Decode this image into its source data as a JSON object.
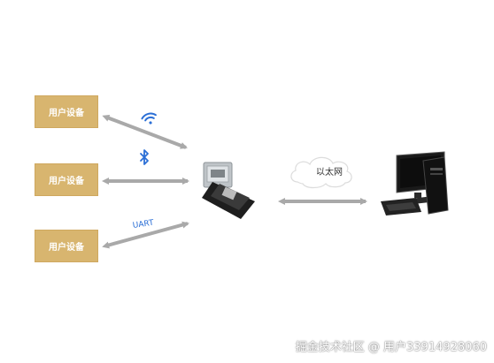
{
  "devices": [
    {
      "label": "用户设备"
    },
    {
      "label": "用户设备"
    },
    {
      "label": "用户设备"
    }
  ],
  "links": {
    "uart_label": "UART",
    "network_label": "以太网"
  },
  "icons": {
    "wifi": "wifi-icon",
    "bluetooth": "bluetooth-icon"
  },
  "colors": {
    "device_fill": "#d8b56f",
    "arrow": "#a9a9a9",
    "icon_blue": "#2b6fd6"
  },
  "watermark": "掘金技术社区 @ 用户3391492806​0"
}
